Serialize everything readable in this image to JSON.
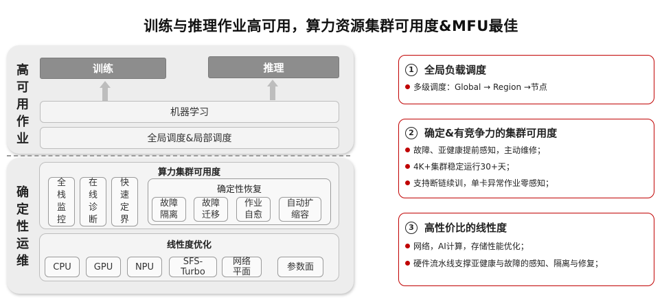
{
  "title": "训练与推理作业高可用，算力资源集群可用度&MFU最佳",
  "high_availability": {
    "label_chars": [
      "高",
      "可",
      "用",
      "作",
      "业"
    ],
    "training": "训练",
    "inference": "推理",
    "ml": "机器学习",
    "scheduling": "全局调度&局部调度"
  },
  "ops": {
    "label_chars": [
      "确",
      "定",
      "性",
      "运",
      "维"
    ],
    "availability": {
      "title": "算力集群可用度",
      "boxes": [
        {
          "chars": [
            "全",
            "栈",
            "监",
            "控"
          ]
        },
        {
          "chars": [
            "在",
            "线",
            "诊",
            "断"
          ]
        },
        {
          "chars": [
            "快",
            "速",
            "定",
            "界"
          ]
        }
      ],
      "recovery": {
        "title": "确定性恢复",
        "items": [
          {
            "l1": "故障",
            "l2": "隔离"
          },
          {
            "l1": "故障",
            "l2": "迁移"
          },
          {
            "l1": "作业",
            "l2": "自愈"
          },
          {
            "l1": "自动扩",
            "l2": "缩容"
          }
        ]
      }
    },
    "linearity": {
      "title": "线性度优化",
      "chips": [
        {
          "l1": "CPU",
          "l2": ""
        },
        {
          "l1": "GPU",
          "l2": ""
        },
        {
          "l1": "NPU",
          "l2": ""
        },
        {
          "l1": "SFS-",
          "l2": "Turbo"
        },
        {
          "l1": "网络",
          "l2": "平面"
        },
        {
          "l1": "参数面",
          "l2": ""
        }
      ]
    }
  },
  "cards": [
    {
      "num": "1",
      "title": "全局负载调度",
      "bullets": [
        "多级调度：Global → Region →节点"
      ]
    },
    {
      "num": "2",
      "title": "确定&有竞争力的集群可用度",
      "bullets": [
        "故障、亚健康提前感知，主动维修；",
        "4K+集群稳定运行30+天；",
        "支持断链续训，单卡异常作业零感知；"
      ]
    },
    {
      "num": "3",
      "title": "高性价比的线性度",
      "bullets": [
        "网络，AI计算，存储性能优化；",
        "硬件流水线支撑亚健康与故障的感知、隔离与修复；"
      ]
    }
  ],
  "colors": {
    "accent_red": "#c00000",
    "panel_gray": "#ededed",
    "button_gray": "#8d8d8d"
  }
}
